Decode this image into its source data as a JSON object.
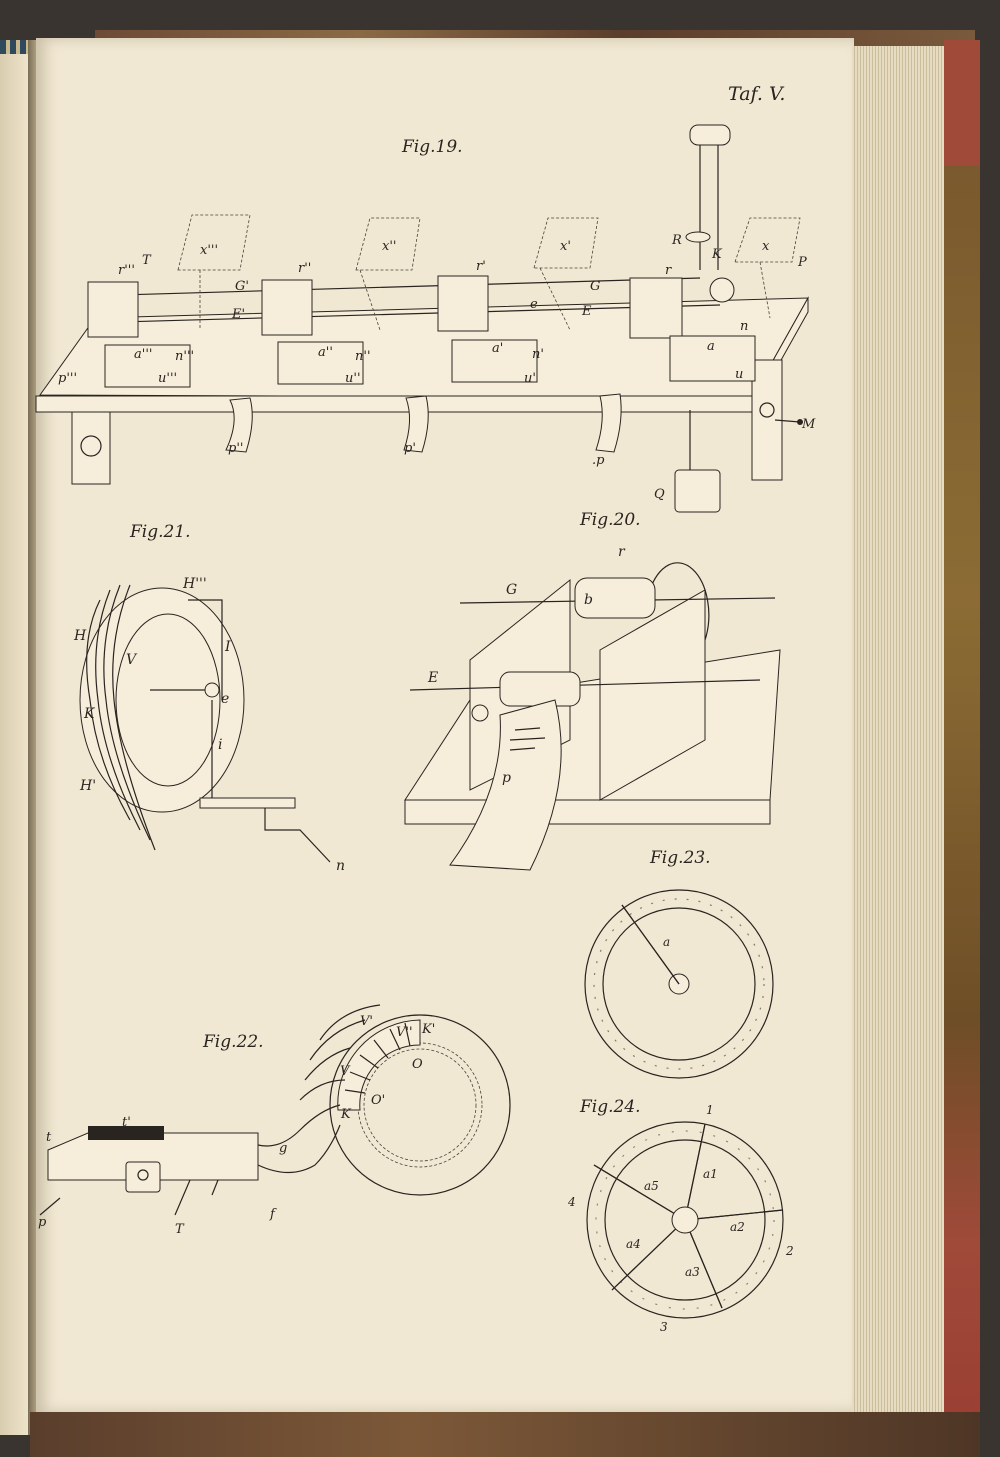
{
  "plate": {
    "title": "Taf. V."
  },
  "fig19": {
    "title": "Fig.19.",
    "labels": [
      "T",
      "r'''",
      "r''",
      "r'",
      "r",
      "x'''",
      "x''",
      "x'",
      "x",
      "R",
      "K",
      "P",
      "G'",
      "E'",
      "G",
      "E",
      "e",
      "a'''",
      "a''",
      "a'",
      "a",
      "n'''",
      "n''",
      "n'",
      "n",
      "u'''",
      "u''",
      "u'",
      "u",
      "p'''",
      "p''",
      "p'",
      ".p",
      "M",
      "Q"
    ]
  },
  "fig20": {
    "title": "Fig.20.",
    "labels": [
      "r",
      "G",
      "b",
      "E",
      "p"
    ]
  },
  "fig21": {
    "title": "Fig.21.",
    "labels": [
      "H'''",
      "H",
      "I",
      "V",
      "K",
      "e",
      "i",
      "H'",
      "n"
    ]
  },
  "fig22": {
    "title": "Fig.22.",
    "labels": [
      "V''",
      "V'",
      "V",
      "K'",
      "O",
      "O'",
      "K",
      "t'",
      "t",
      "g",
      "f",
      "T",
      "p"
    ]
  },
  "fig23": {
    "title": "Fig.23.",
    "labels": [
      "a"
    ]
  },
  "fig24": {
    "title": "Fig.24.",
    "labels": [
      "1",
      "2",
      "3",
      "4",
      "a1",
      "a2",
      "a3",
      "a4",
      "a5"
    ]
  },
  "colors": {
    "paper": "#f1e8d3",
    "ink": "#2a2420",
    "cover": "#a04a3a"
  }
}
